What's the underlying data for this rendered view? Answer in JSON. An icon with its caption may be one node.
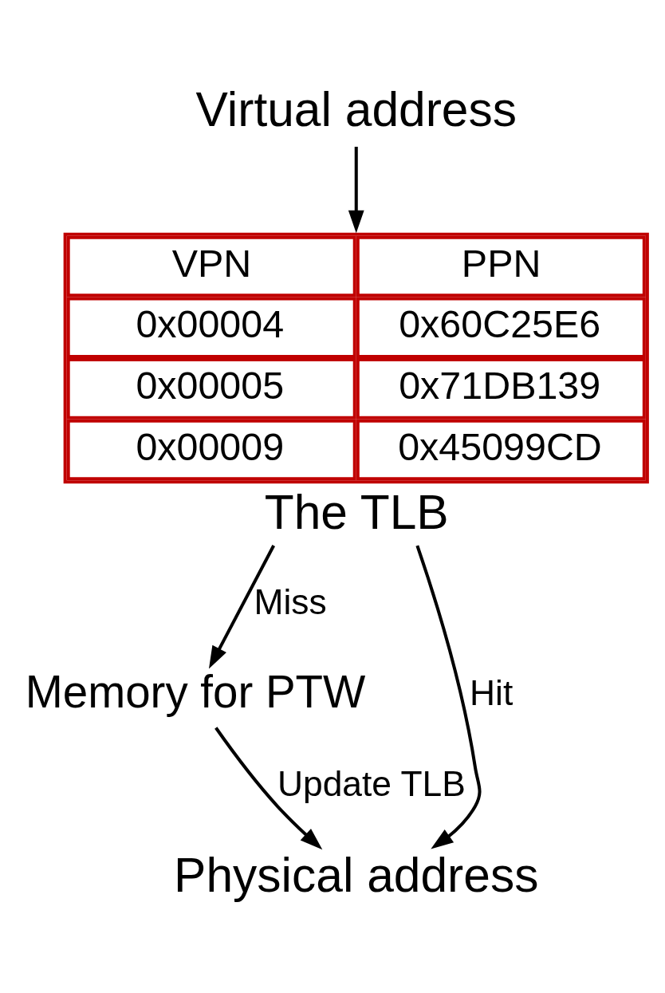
{
  "diagram": {
    "nodes": [
      {
        "text": [
          "Virtual address"
        ]
      },
      {
        "text": [
          "VPN",
          "PPN",
          "0x00004",
          "0x60C25E6",
          "0x00005",
          "0x71DB139",
          "0x00009",
          "0x45099CD",
          "The TLB"
        ]
      },
      {
        "text": [
          "Memory for PTW"
        ]
      },
      {
        "text": [
          "Physical address"
        ]
      }
    ],
    "edges": [
      {
        "from": 0,
        "to": 1,
        "arrow": "to"
      },
      {
        "from": 1,
        "to": 3,
        "arrow": "to",
        "label": "Hit"
      },
      {
        "from": 1,
        "to": 2,
        "arrow": "to",
        "label": "Miss"
      },
      {
        "from": 2,
        "to": 3,
        "arrow": "to",
        "label": "Update TLB"
      }
    ]
  }
}
